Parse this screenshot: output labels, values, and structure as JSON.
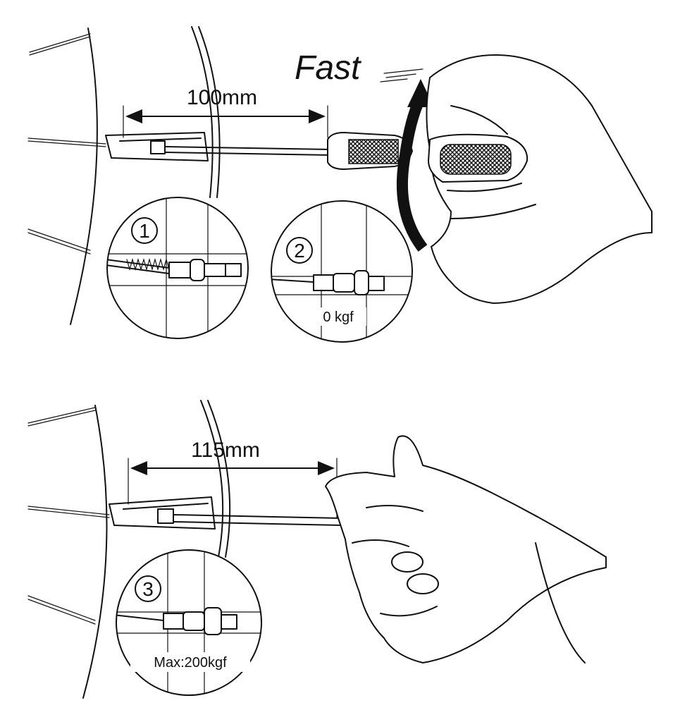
{
  "top_panel": {
    "dimension": "100mm",
    "speed_label": "Fast",
    "callouts": [
      {
        "number": "1",
        "label": ""
      },
      {
        "number": "2",
        "label": "0 kgf"
      }
    ]
  },
  "bottom_panel": {
    "dimension": "115mm",
    "callouts": [
      {
        "number": "3",
        "label": "Max:200kgf"
      }
    ]
  },
  "icons": {
    "rotation_arrow": "curved-rotate-arrow-icon",
    "dimension_arrow": "double-headed-arrow-icon"
  }
}
